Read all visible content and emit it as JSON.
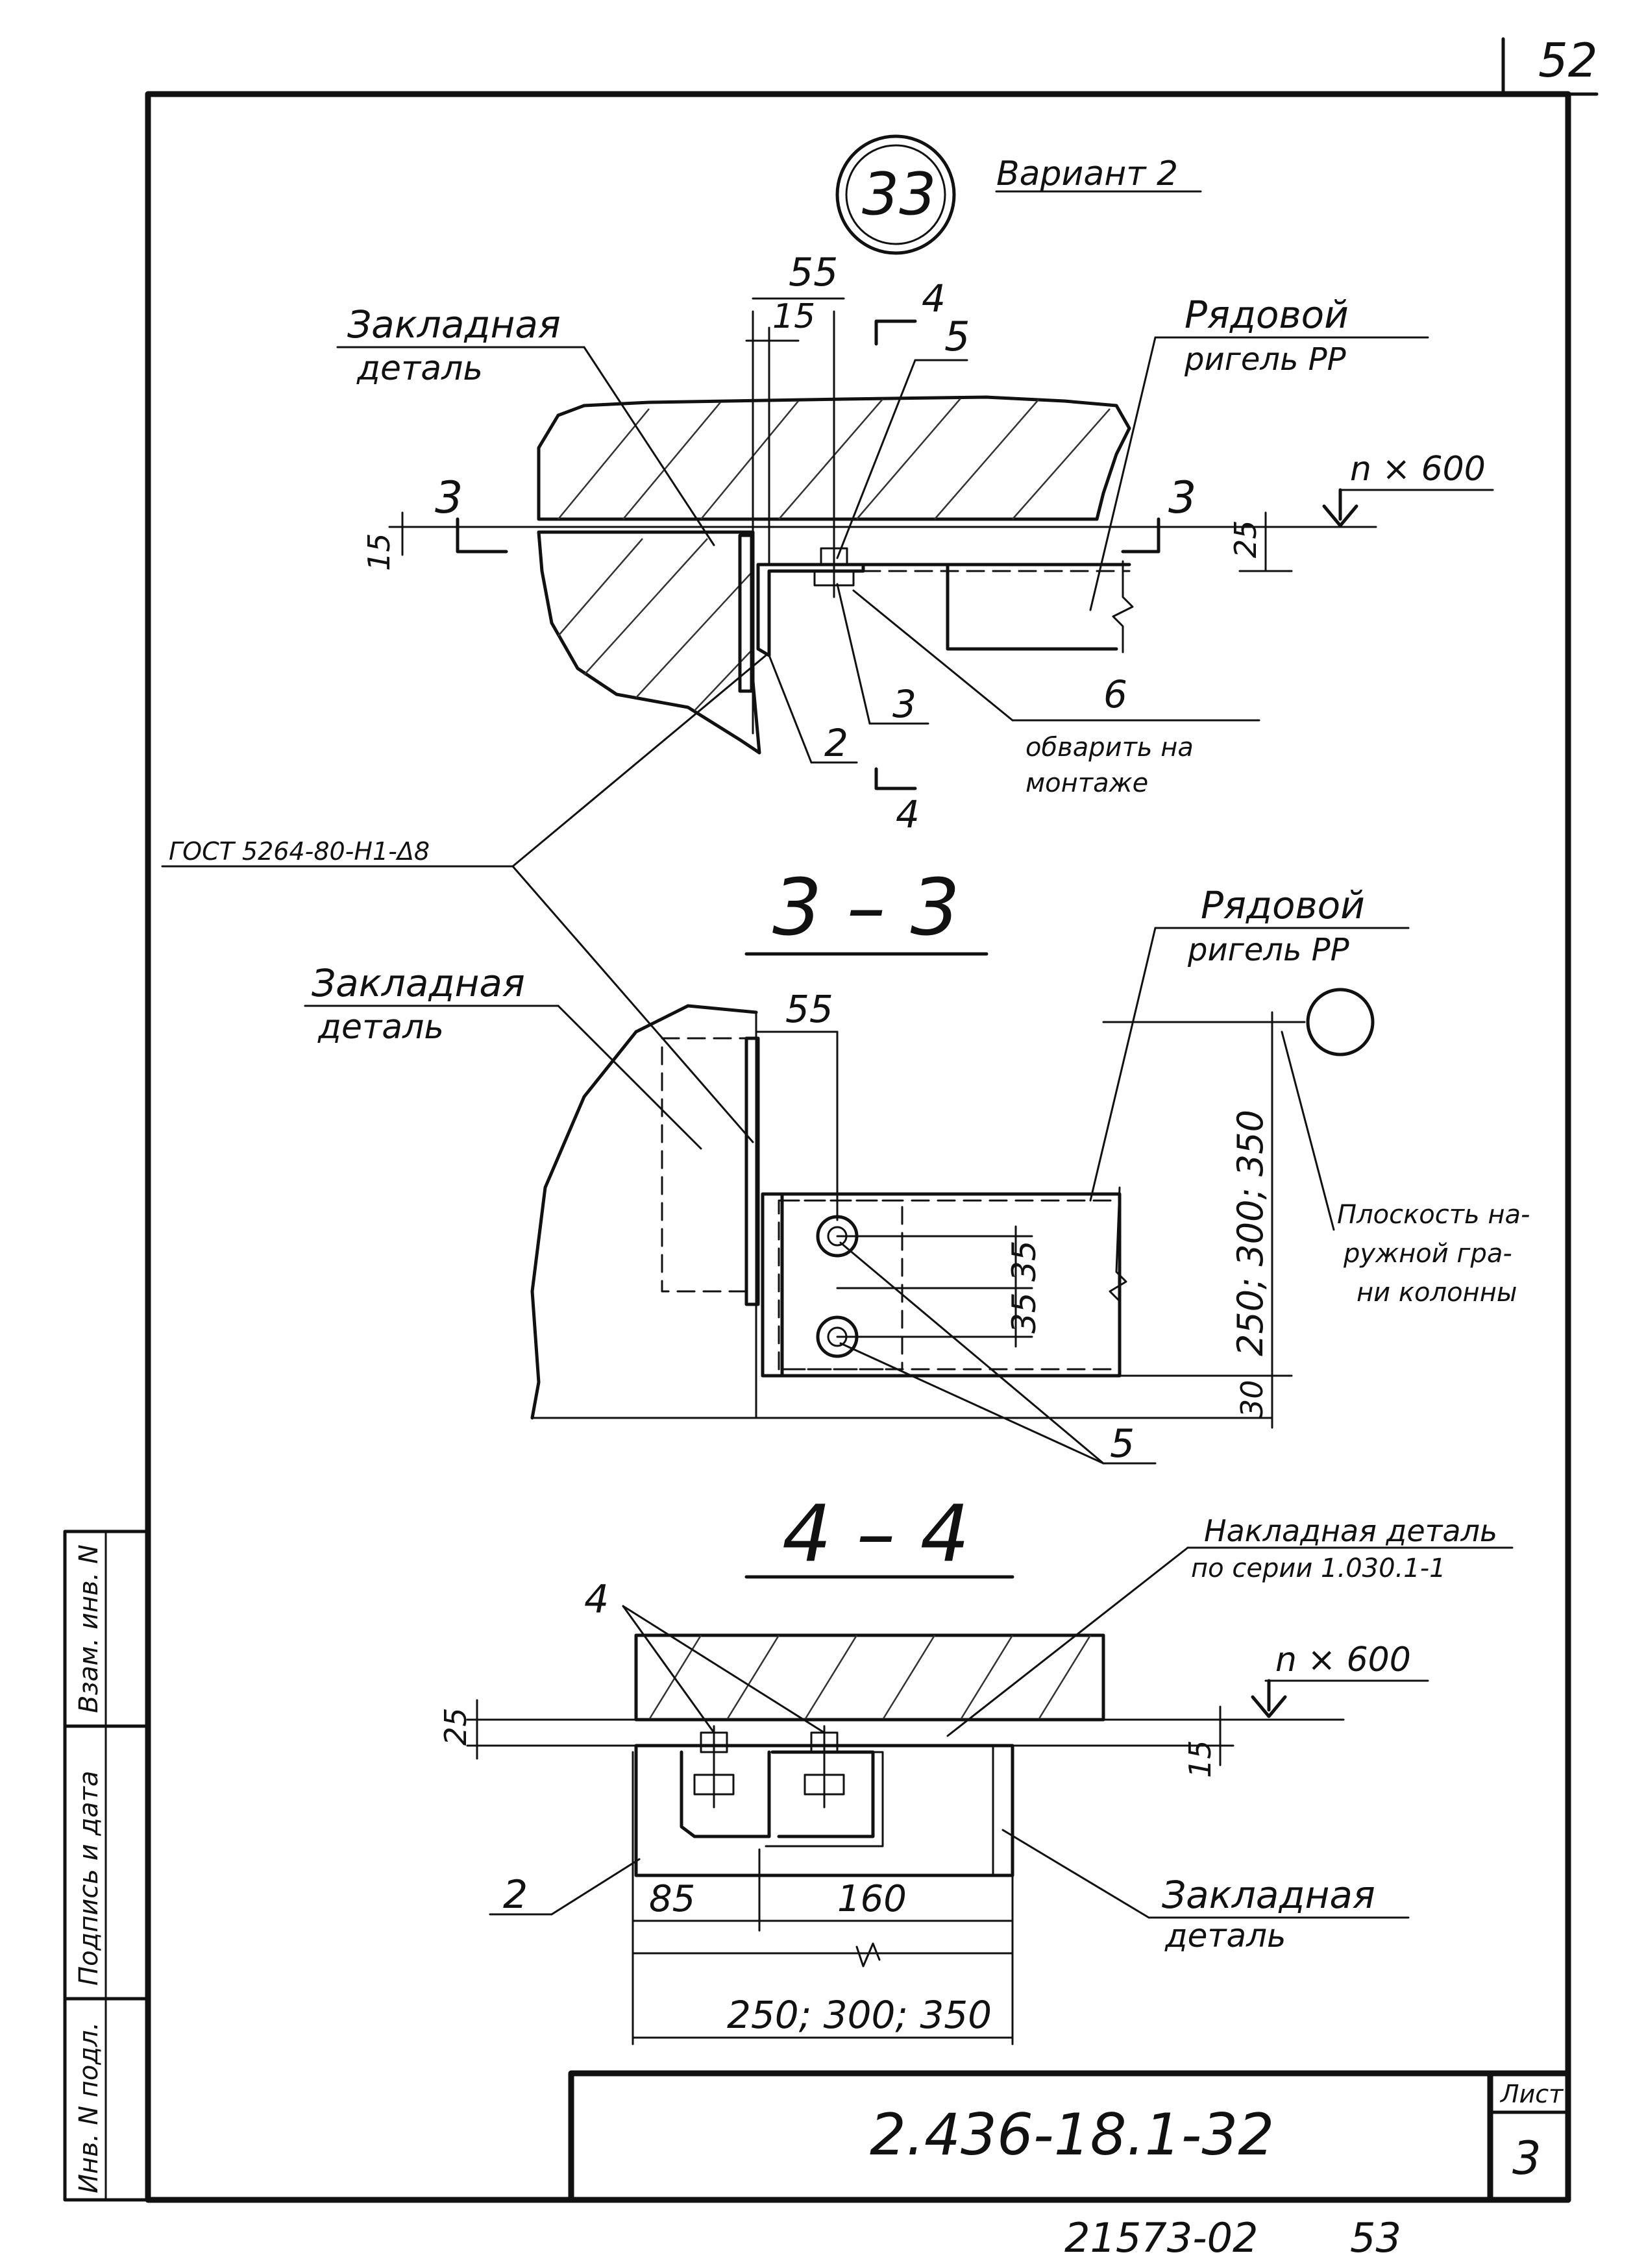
{
  "sheet": {
    "page_number": "52",
    "document_code": "2.436-18.1-32",
    "sheet_label": "Лист",
    "sheet_number": "3",
    "archive_number": "21573-02",
    "archive_page": "53"
  },
  "stamp": {
    "inv_podl": "Инв. N подл.",
    "podpis_data": "Подпись и дата",
    "vzam_inv": "Взам. инв. N"
  },
  "node": {
    "number": "33",
    "variant": "Вариант 2"
  },
  "view_top": {
    "dim_55": "55",
    "dim_15": "15",
    "section_mark_top": "4",
    "section_mark_bottom": "4",
    "pos_5": "5",
    "label_zakladnaya_1": "Закладная",
    "label_zakladnaya_2": "деталь",
    "label_rigel_1": "Рядовой",
    "label_rigel_2": "ригель РР",
    "level": "n × 600",
    "section_3_left": "3",
    "section_3_right": "3",
    "dim_15_left": "15",
    "dim_25": "25",
    "pos_3": "3",
    "pos_2": "2",
    "pos_6": "6",
    "weld_note_1": "обварить на",
    "weld_note_2": "монтаже",
    "gost": "ГОСТ 5264-80-Н1-Δ8"
  },
  "section_33": {
    "title": "3 – 3",
    "label_zakladnaya_1": "Закладная",
    "label_zakladnaya_2": "деталь",
    "label_rigel_1": "Рядовой",
    "label_rigel_2": "ригель РР",
    "dim_55": "55",
    "dim_35a": "35",
    "dim_35b": "35",
    "dim_height": "250; 300; 350",
    "dim_30": "30",
    "plane_1": "Плоскость на-",
    "plane_2": "ружной гра-",
    "plane_3": "ни колонны",
    "pos_5": "5"
  },
  "section_44": {
    "title": "4 – 4",
    "overlay_1": "Накладная деталь",
    "overlay_2": "по серии 1.030.1-1",
    "pos_4": "4",
    "level": "n × 600",
    "dim_25": "25",
    "dim_15": "15",
    "pos_2": "2",
    "dim_85": "85",
    "dim_160": "160",
    "dim_width": "250; 300; 350",
    "label_zakladnaya_1": "Закладная",
    "label_zakladnaya_2": "деталь"
  }
}
